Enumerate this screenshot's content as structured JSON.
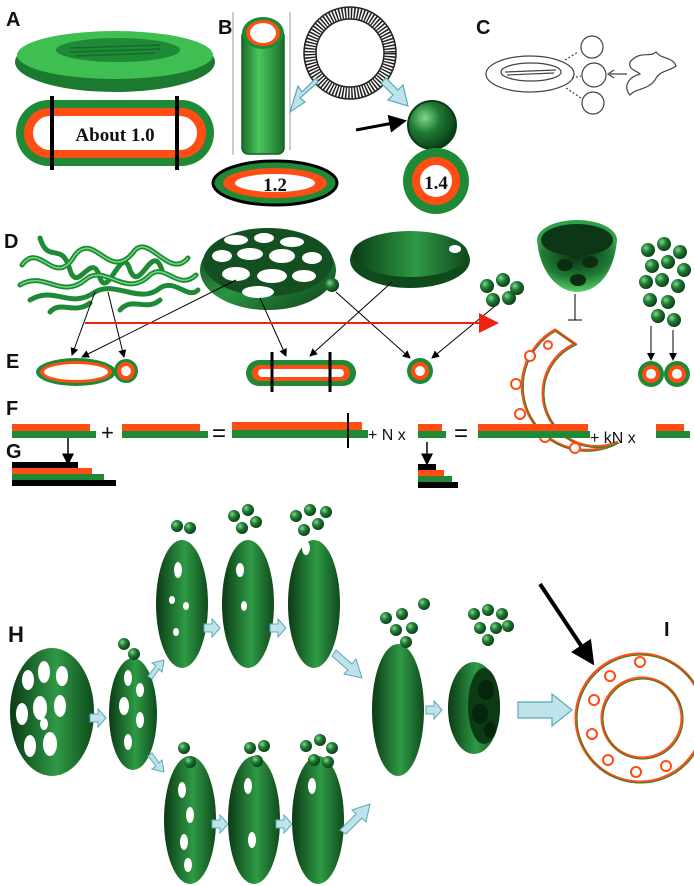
{
  "panel_labels": {
    "a": "A",
    "b": "B",
    "c": "C",
    "d": "D",
    "e": "E",
    "f": "F",
    "g": "G",
    "h": "H",
    "i": "I"
  },
  "ratios": {
    "disc": "About 1.0",
    "cylinder": "1.2",
    "sphere": "1.4"
  },
  "equation": {
    "plus": "+",
    "equals": "=",
    "times_n": "+ N x",
    "equals2": "=",
    "times_kn": "+ kN x"
  },
  "colors": {
    "green_dark": "#0f4a1c",
    "green": "#1f7a34",
    "green_light": "#35b24a",
    "red": "#ff4d14",
    "black": "#000000",
    "arrow_blue": "#bfe3ea",
    "red_arrow": "#ee2211"
  },
  "icons": [
    "disc-membrane",
    "cylinder-membrane",
    "sphere-membrane",
    "lipid-bilayer-ring",
    "perforated-disc",
    "cup-shaped-membrane",
    "particle-cluster",
    "cross-section"
  ]
}
